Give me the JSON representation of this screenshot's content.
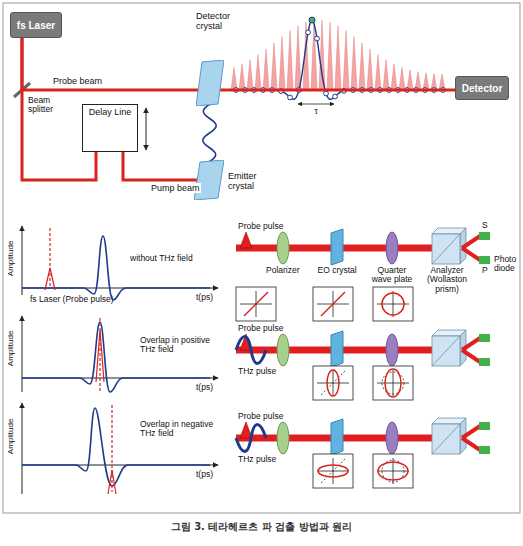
{
  "diagram": {
    "caption": "그림 3. 테라헤르츠 파 검출 방법과 원리",
    "nodes": [
      {
        "text": [
          "fs Laser"
        ]
      },
      {
        "text": [
          "Detector crystal"
        ]
      },
      {
        "text": [
          "Detector"
        ]
      },
      {
        "text": [
          "Delay Line"
        ]
      },
      {
        "text": [
          "Emitter crystal"
        ]
      }
    ],
    "edges": [
      {
        "from": 0,
        "to": 1,
        "label": "Probe beam",
        "arrow": "none"
      },
      {
        "from": 0,
        "to": 3,
        "arrow": "none"
      },
      {
        "from": 3,
        "to": 4,
        "label": "Pump beam",
        "arrow": "none"
      },
      {
        "from": 4,
        "to": 1,
        "arrow": "none"
      },
      {
        "from": 1,
        "to": 2,
        "arrow": "none"
      }
    ],
    "labels": [
      "Beam splitter",
      "τ",
      "Amplitude",
      "without THz field",
      "fs Laser (Probe pulse)",
      "t(ps)",
      "Amplitude",
      "Overlap in positive THz field",
      "t(ps)",
      "Amplitude",
      "Overlap in negative THz field",
      "t(ps)",
      "Probe pulse",
      "Polarizer",
      "EO crystal",
      "Quarter wave plate",
      "Analyzer (Wollaston prism)",
      "S",
      "P",
      "Photo diode",
      "Probe pulse",
      "THz pulse",
      "Probe pulse",
      "THz pulse"
    ]
  }
}
